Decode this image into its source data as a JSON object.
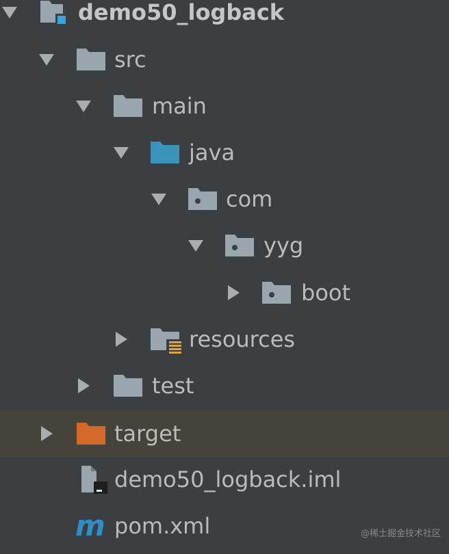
{
  "project_tree": {
    "root": {
      "label": "demo50_logback",
      "icon": "module-folder-icon",
      "expanded": true
    },
    "src": {
      "label": "src",
      "icon": "folder-icon",
      "expanded": true
    },
    "main": {
      "label": "main",
      "icon": "folder-icon",
      "expanded": true
    },
    "java": {
      "label": "java",
      "icon": "source-root-folder-icon",
      "expanded": true
    },
    "com": {
      "label": "com",
      "icon": "package-icon",
      "expanded": true
    },
    "yyg": {
      "label": "yyg",
      "icon": "package-icon",
      "expanded": true
    },
    "boot": {
      "label": "boot",
      "icon": "package-icon",
      "expanded": false
    },
    "resources": {
      "label": "resources",
      "icon": "resources-folder-icon",
      "expanded": false
    },
    "test": {
      "label": "test",
      "icon": "folder-icon",
      "expanded": false
    },
    "target": {
      "label": "target",
      "icon": "excluded-folder-icon",
      "expanded": false,
      "selected": true
    },
    "iml": {
      "label": "demo50_logback.iml",
      "icon": "iml-file-icon"
    },
    "pom": {
      "label": "pom.xml",
      "icon": "maven-icon"
    }
  },
  "watermark": {
    "text": "@稀土掘金技术社区"
  },
  "colors": {
    "background": "#3c3f41",
    "selected_row": "#46433b",
    "text": "#bbbbbb",
    "folder": "#9aa6ae",
    "source_folder": "#3a93b8",
    "excluded_folder": "#d2692b",
    "maven": "#2f8ec5",
    "resources_badge": "#d9a441"
  }
}
